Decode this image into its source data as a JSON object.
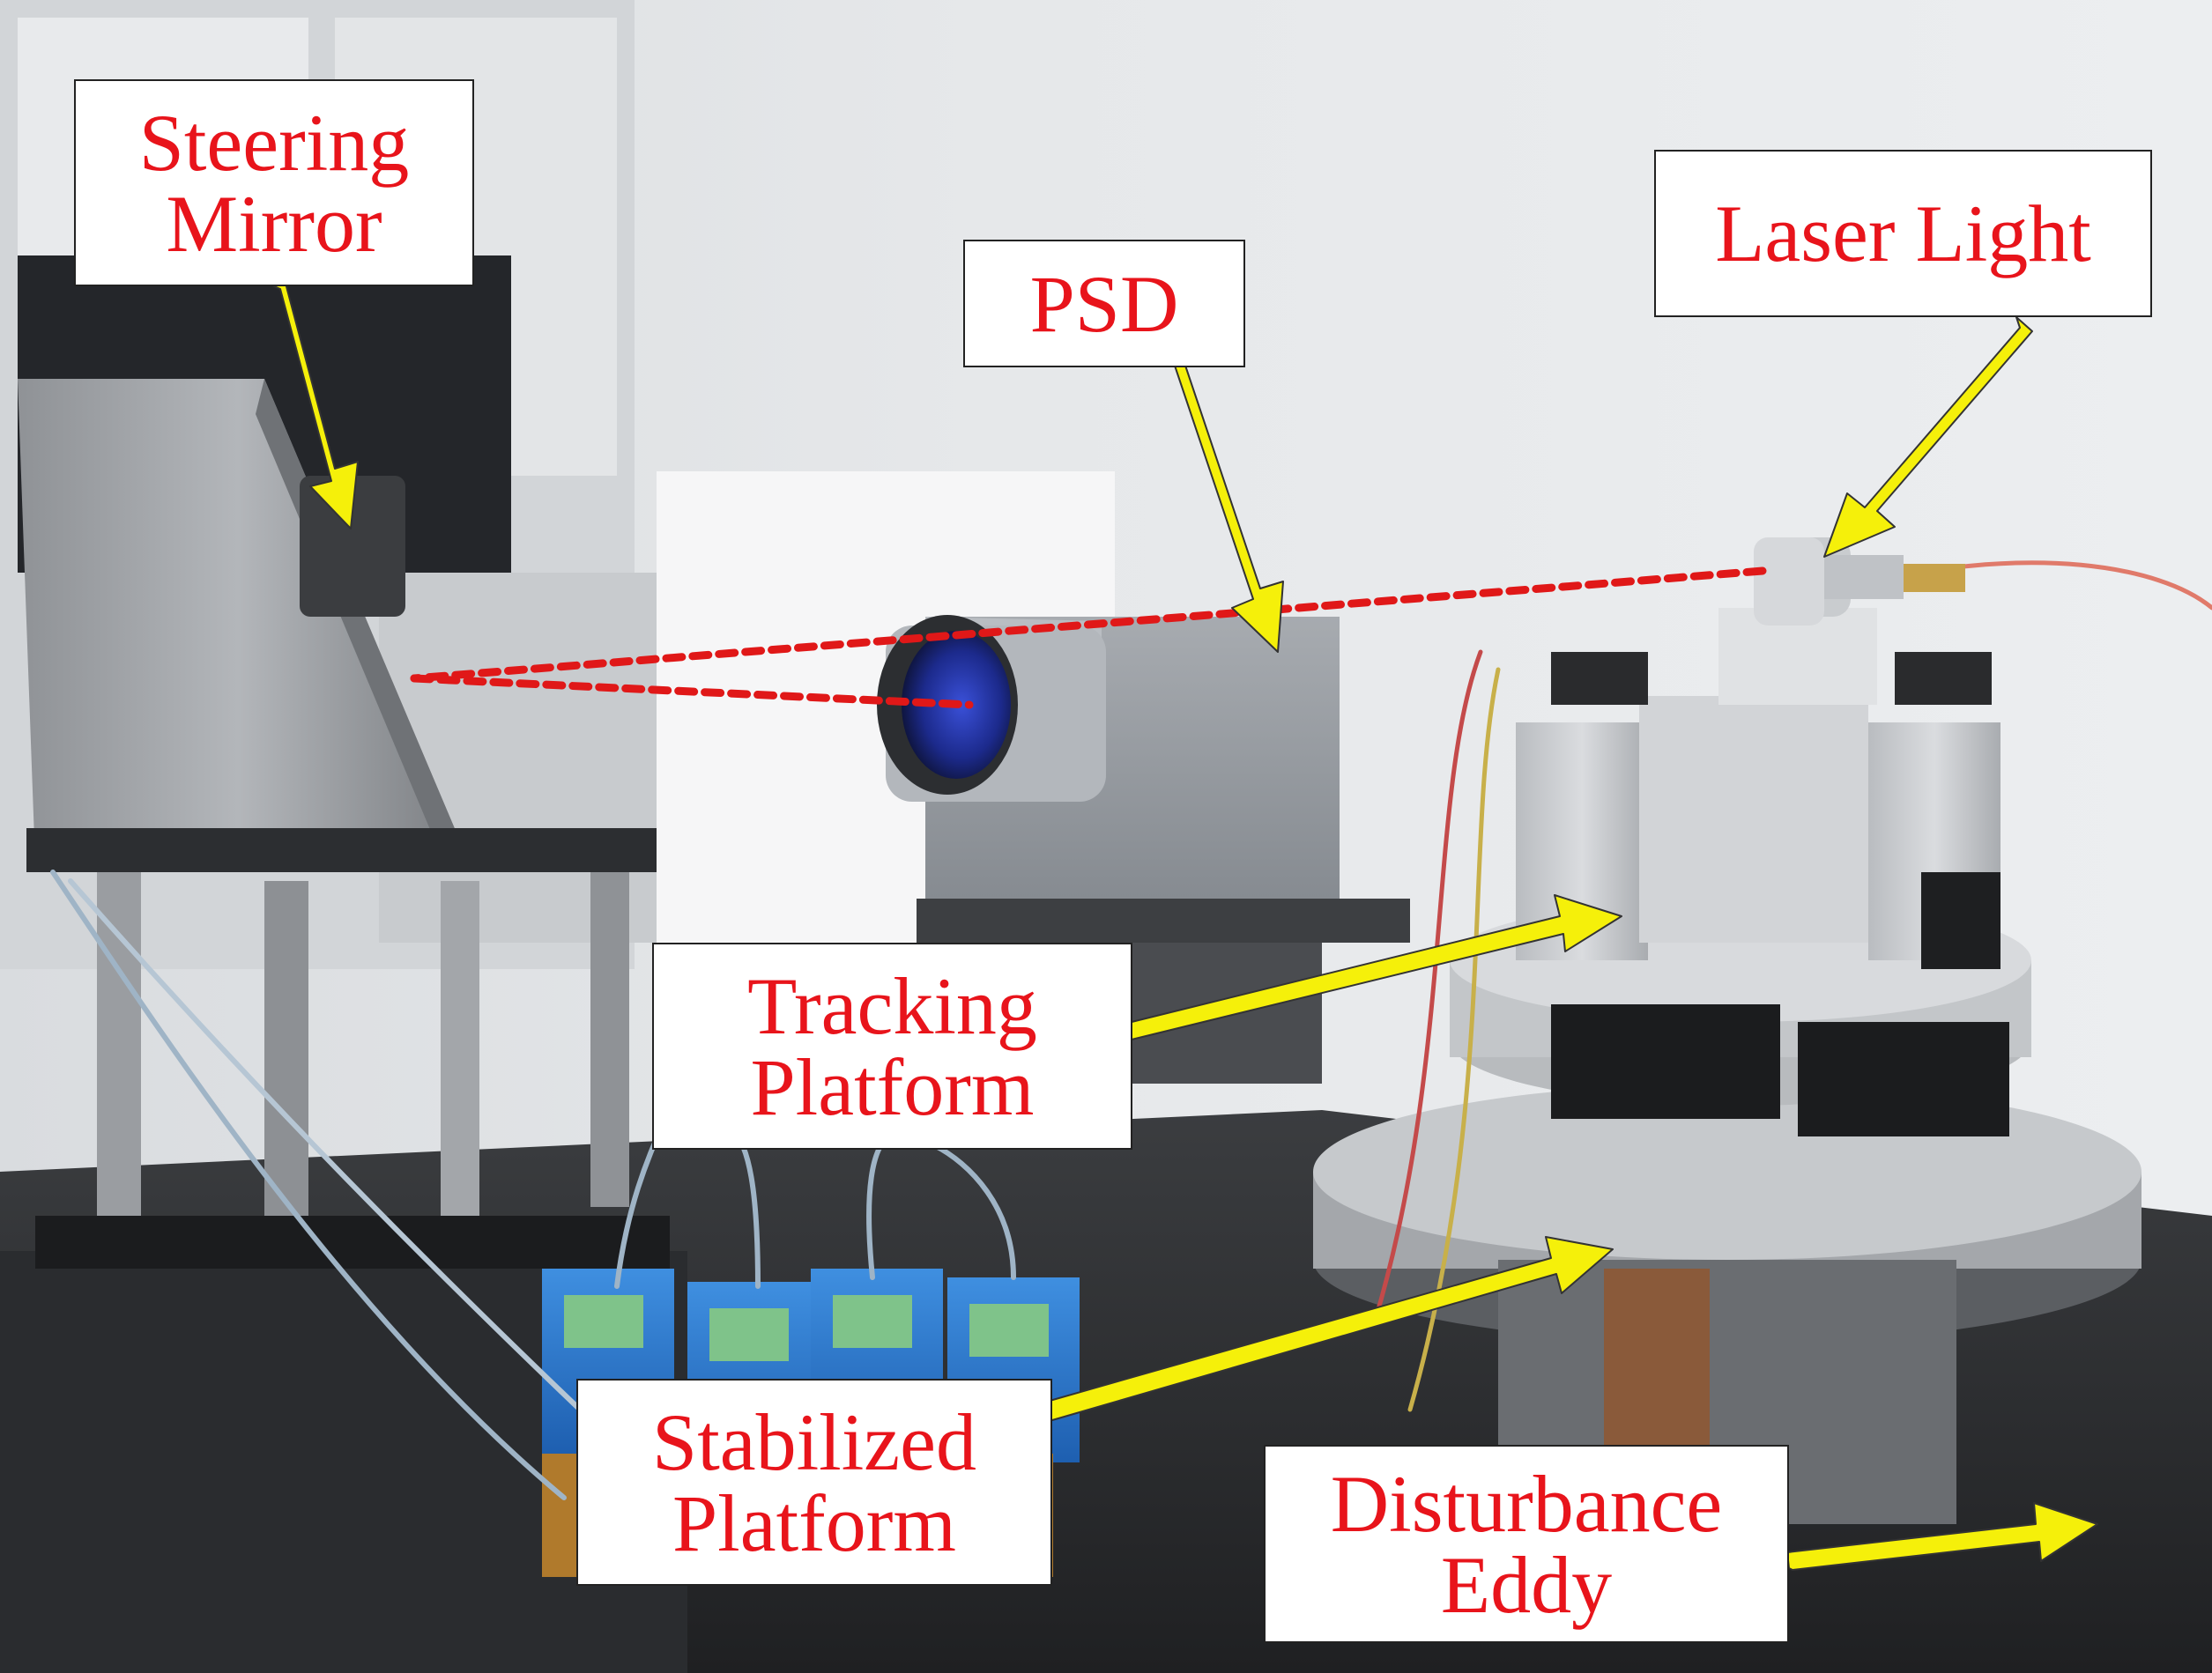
{
  "label_color": "#e8141b",
  "arrow_color": "#f5f00a",
  "laser_path_color": "#e01818",
  "labels": {
    "steering_mirror": {
      "line1": "Steering",
      "line2": "Mirror"
    },
    "psd": {
      "line1": "PSD"
    },
    "laser_light": {
      "line1": "Laser Light"
    },
    "tracking_platform": {
      "line1": "Tracking",
      "line2": "Platform"
    },
    "stabilized_platform": {
      "line1": "Stabilized",
      "line2": "Platform"
    },
    "disturbance_eddy": {
      "line1": "Disturbance",
      "line2": "Eddy"
    }
  }
}
